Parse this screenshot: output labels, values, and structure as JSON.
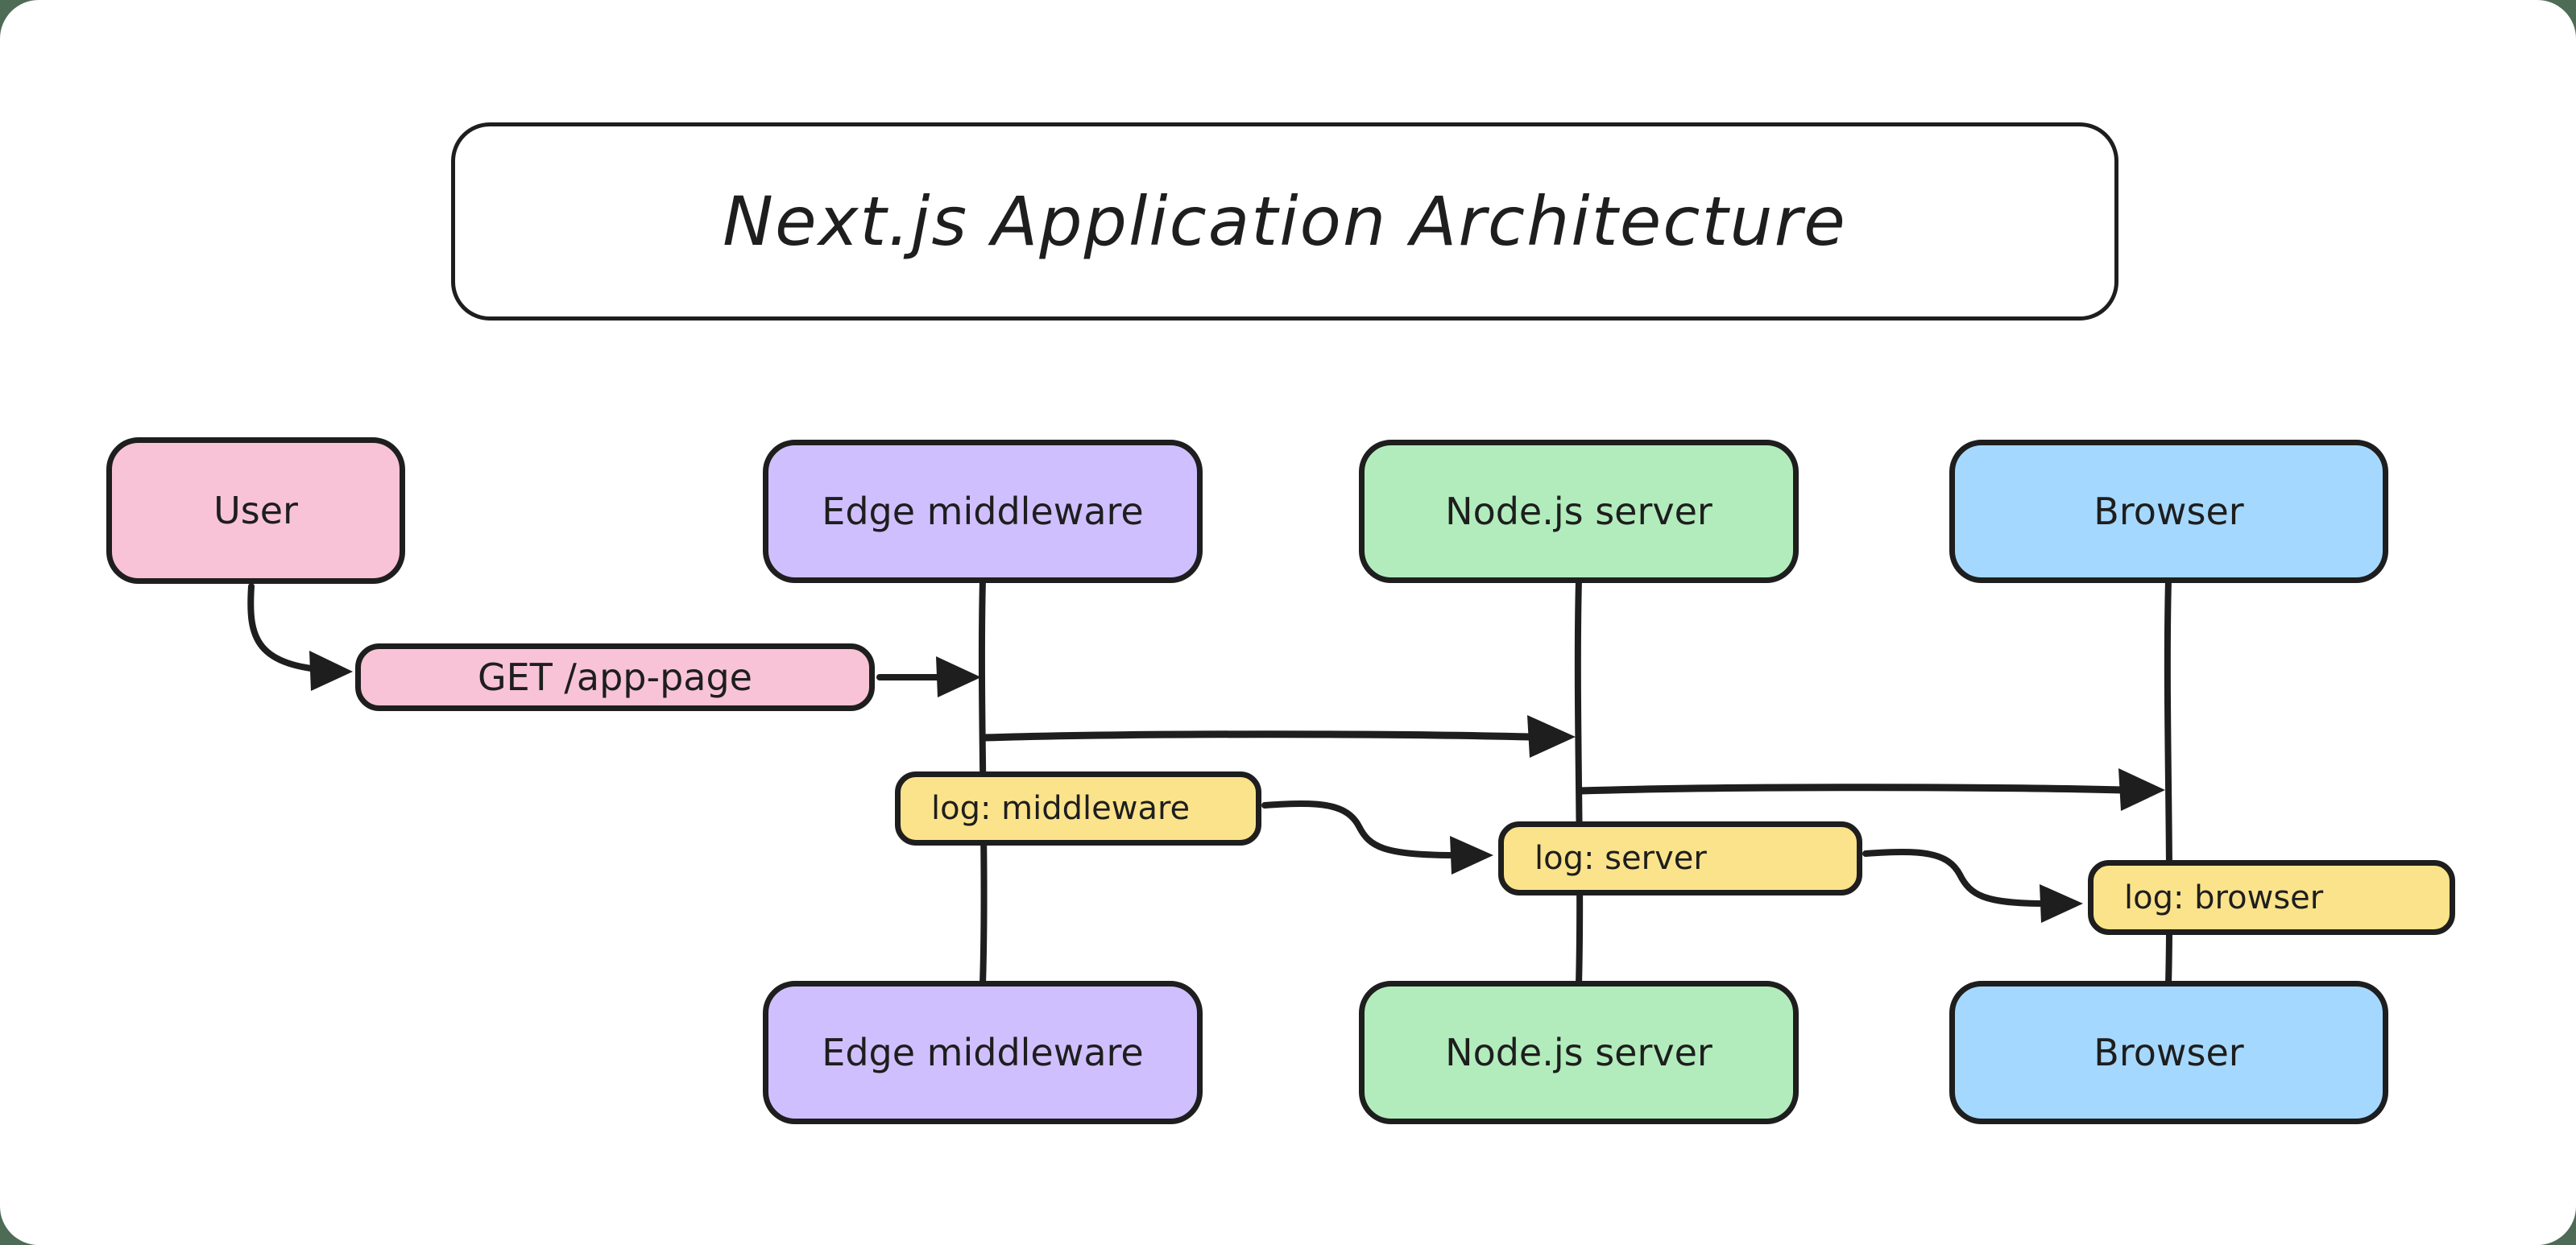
{
  "title": {
    "label": "Next.js Application Architecture"
  },
  "nodes": {
    "user": {
      "label": "User",
      "fill": "#f8c3d6"
    },
    "request": {
      "label": "GET /app-page",
      "fill": "#f8c3d6"
    },
    "edge_middleware_top": {
      "label": "Edge middleware",
      "fill": "#d0bfff"
    },
    "nodejs_server_top": {
      "label": "Node.js server",
      "fill": "#b2ecbc"
    },
    "browser_top": {
      "label": "Browser",
      "fill": "#a5d8ff"
    },
    "log_middleware": {
      "label": "log: middleware",
      "fill": "#fbe38b"
    },
    "log_server": {
      "label": "log: server",
      "fill": "#fbe38b"
    },
    "log_browser": {
      "label": "log: browser",
      "fill": "#fbe38b"
    },
    "edge_middleware_bottom": {
      "label": "Edge middleware",
      "fill": "#d0bfff"
    },
    "nodejs_server_bottom": {
      "label": "Node.js server",
      "fill": "#b2ecbc"
    },
    "browser_bottom": {
      "label": "Browser",
      "fill": "#a5d8ff"
    }
  },
  "edges": [
    {
      "from": "User",
      "to": "GET /app-page"
    },
    {
      "from": "GET /app-page",
      "to": "Edge middleware"
    },
    {
      "from": "Edge middleware",
      "to": "Node.js server"
    },
    {
      "from": "Node.js server",
      "to": "Browser"
    },
    {
      "from": "log: middleware",
      "to": "log: server"
    },
    {
      "from": "log: server",
      "to": "log: browser"
    }
  ],
  "colors": {
    "stroke": "#1e1e1e",
    "canvas": "#ffffff",
    "page_background": "#4e6b55",
    "pink": "#f8c3d6",
    "violet": "#d0bfff",
    "green": "#b2ecbc",
    "blue": "#a5d8ff",
    "yellow": "#fbe38b"
  }
}
